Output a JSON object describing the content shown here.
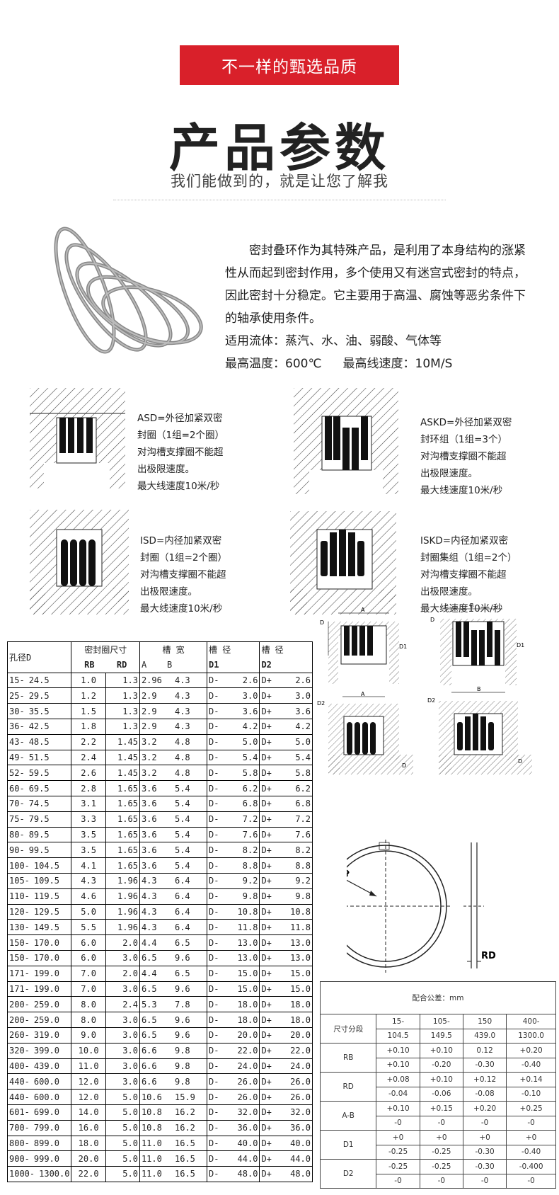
{
  "banner": "不一样的甄选品质",
  "title": "产品参数",
  "subtitle": "我们能做到的，就是让您了解我",
  "intro": {
    "body": "密封叠环作为其特殊产品，是利用了本身结构的涨紧性从而起到密封作用，多个使用又有迷宫式密封的特点，因此密封十分稳定。它主要用于高温、腐蚀等恶劣条件下的轴承使用条件。",
    "fluid": "适用流体：蒸汽、水、油、弱酸、气体等",
    "temp": "最高温度：600℃",
    "speed": "最高线速度：10M/S"
  },
  "types": [
    {
      "code": "ASD",
      "lines": [
        "ASD=外径加紧双密",
        "封圈（1组=2个圈）",
        "对沟槽支撑圈不能超",
        "出极限速度。",
        "最大线速度10米/秒"
      ]
    },
    {
      "code": "ASKD",
      "lines": [
        "ASKD=外径加紧双密",
        "封环组（1组=3个）",
        "对沟槽支撑圈不能超",
        "出极限速度。",
        "最大线速度10米/秒"
      ]
    },
    {
      "code": "ISD",
      "lines": [
        "ISD=内径加紧双密",
        "封圈（1组=2个圈）",
        "对沟槽支撑圈不能超",
        "出极限速度。",
        "最大线速度10米/秒"
      ]
    },
    {
      "code": "ISKD",
      "lines": [
        "ISKD=内径加紧双密",
        "封圈集组（1组=2个）",
        "对沟槽支撑圈不能超",
        "出极限速度。",
        "最大线速度10米/秒"
      ]
    }
  ],
  "table": {
    "h_bore": "孔径D",
    "h_ring": "密封圈尺寸",
    "h_rb": "RB",
    "h_rd": "RD",
    "h_groove_w": "槽  宽",
    "h_a": "A",
    "h_b": "B",
    "h_groove_d1": "槽  径",
    "h_d1": "D1",
    "h_groove_d2": "槽  径",
    "h_d2": "D2",
    "rows": [
      [
        "15-",
        "24.5",
        "1.0",
        "1.3",
        "2.96",
        "4.3",
        "D-",
        "2.6",
        "D+",
        "2.6"
      ],
      [
        "25-",
        "29.5",
        "1.2",
        "1.3",
        "2.9",
        "4.3",
        "D-",
        "3.0",
        "D+",
        "3.0"
      ],
      [
        "30-",
        "35.5",
        "1.5",
        "1.3",
        "2.9",
        "4.3",
        "D-",
        "3.6",
        "D+",
        "3.6"
      ],
      [
        "36-",
        "42.5",
        "1.8",
        "1.3",
        "2.9",
        "4.3",
        "D-",
        "4.2",
        "D+",
        "4.2"
      ],
      [
        "43-",
        "48.5",
        "2.2",
        "1.45",
        "3.2",
        "4.8",
        "D-",
        "5.0",
        "D+",
        "5.0"
      ],
      [
        "49-",
        "51.5",
        "2.4",
        "1.45",
        "3.2",
        "4.8",
        "D-",
        "5.4",
        "D+",
        "5.4"
      ],
      [
        "52-",
        "59.5",
        "2.6",
        "1.45",
        "3.2",
        "4.8",
        "D-",
        "5.8",
        "D+",
        "5.8"
      ],
      [
        "60-",
        "69.5",
        "2.8",
        "1.65",
        "3.6",
        "5.4",
        "D-",
        "6.2",
        "D+",
        "6.2"
      ],
      [
        "70-",
        "74.5",
        "3.1",
        "1.65",
        "3.6",
        "5.4",
        "D-",
        "6.8",
        "D+",
        "6.8"
      ],
      [
        "75-",
        "79.5",
        "3.3",
        "1.65",
        "3.6",
        "5.4",
        "D-",
        "7.2",
        "D+",
        "7.2"
      ],
      [
        "80-",
        "89.5",
        "3.5",
        "1.65",
        "3.6",
        "5.4",
        "D-",
        "7.6",
        "D+",
        "7.6"
      ],
      [
        "90-",
        "99.5",
        "3.5",
        "1.65",
        "3.6",
        "5.4",
        "D-",
        "8.2",
        "D+",
        "8.2"
      ],
      [
        "100-",
        "104.5",
        "4.1",
        "1.65",
        "3.6",
        "5.4",
        "D-",
        "8.8",
        "D+",
        "8.8"
      ],
      [
        "105-",
        "109.5",
        "4.3",
        "1.96",
        "4.3",
        "6.4",
        "D-",
        "9.2",
        "D+",
        "9.2"
      ],
      [
        "110-",
        "119.5",
        "4.6",
        "1.96",
        "4.3",
        "6.4",
        "D-",
        "9.8",
        "D+",
        "9.8"
      ],
      [
        "120-",
        "129.5",
        "5.0",
        "1.96",
        "4.3",
        "6.4",
        "D-",
        "10.8",
        "D+",
        "10.8"
      ],
      [
        "130-",
        "149.5",
        "5.5",
        "1.96",
        "4.3",
        "6.4",
        "D-",
        "11.8",
        "D+",
        "11.8"
      ],
      [
        "150-",
        "170.0",
        "6.0",
        "2.0",
        "4.4",
        "6.5",
        "D-",
        "13.0",
        "D+",
        "13.0"
      ],
      [
        "150-",
        "170.0",
        "6.0",
        "3.0",
        "6.5",
        "9.6",
        "D-",
        "13.0",
        "D+",
        "13.0"
      ],
      [
        "171-",
        "199.0",
        "7.0",
        "2.0",
        "4.4",
        "6.5",
        "D-",
        "15.0",
        "D+",
        "15.0"
      ],
      [
        "171-",
        "199.0",
        "7.0",
        "3.0",
        "6.5",
        "9.6",
        "D-",
        "15.0",
        "D+",
        "15.0"
      ],
      [
        "200-",
        "259.0",
        "8.0",
        "2.4",
        "5.3",
        "7.8",
        "D-",
        "18.0",
        "D+",
        "18.0"
      ],
      [
        "200-",
        "259.0",
        "8.0",
        "3.0",
        "6.5",
        "9.6",
        "D-",
        "18.0",
        "D+",
        "18.0"
      ],
      [
        "260-",
        "319.0",
        "9.0",
        "3.0",
        "6.5",
        "9.6",
        "D-",
        "20.0",
        "D+",
        "20.0"
      ],
      [
        "320-",
        "399.0",
        "10.0",
        "3.0",
        "6.6",
        "9.8",
        "D-",
        "22.0",
        "D+",
        "22.0"
      ],
      [
        "400-",
        "439.0",
        "11.0",
        "3.0",
        "6.6",
        "9.8",
        "D-",
        "24.0",
        "D+",
        "24.0"
      ],
      [
        "440-",
        "600.0",
        "12.0",
        "3.0",
        "6.6",
        "9.8",
        "D-",
        "26.0",
        "D+",
        "26.0"
      ],
      [
        "440-",
        "600.0",
        "12.0",
        "5.0",
        "10.6",
        "15.9",
        "D-",
        "26.0",
        "D+",
        "26.0"
      ],
      [
        "601-",
        "699.0",
        "14.0",
        "5.0",
        "10.8",
        "16.2",
        "D-",
        "32.0",
        "D+",
        "32.0"
      ],
      [
        "700-",
        "799.0",
        "16.0",
        "5.0",
        "10.8",
        "16.2",
        "D-",
        "36.0",
        "D+",
        "36.0"
      ],
      [
        "800-",
        "899.0",
        "18.0",
        "5.0",
        "11.0",
        "16.5",
        "D-",
        "40.0",
        "D+",
        "40.0"
      ],
      [
        "900-",
        "999.0",
        "20.0",
        "5.0",
        "11.0",
        "16.5",
        "D-",
        "44.0",
        "D+",
        "44.0"
      ],
      [
        "1000-",
        "1300.0",
        "22.0",
        "5.0",
        "11.0",
        "16.5",
        "D-",
        "48.0",
        "D+",
        "48.0"
      ]
    ]
  },
  "diagram_labels": {
    "a": "A",
    "b": "B",
    "d": "D",
    "d1": "D1",
    "d2": "D2",
    "rb": "RB",
    "rd": "RD"
  },
  "tolerance": {
    "title": "配合公差：mm",
    "size_label": "尺寸分段",
    "ranges_top": [
      "15-",
      "105-",
      "150",
      "400-"
    ],
    "ranges_bottom": [
      "104.5",
      "149.5",
      "439.0",
      "1300.0"
    ],
    "rows": [
      {
        "name": "RB",
        "upper": [
          "+0.10",
          "+0.10",
          "0.12",
          "+0.20"
        ],
        "lower": [
          "+0.10",
          "-0.20",
          "-0.30",
          "-0.40"
        ]
      },
      {
        "name": "RD",
        "upper": [
          "+0.08",
          "+0.10",
          "+0.12",
          "+0.14"
        ],
        "lower": [
          "-0.04",
          "-0.06",
          "-0.08",
          "-0.10"
        ]
      },
      {
        "name": "A-B",
        "upper": [
          "+0.10",
          "+0.15",
          "+0.20",
          "+0.25"
        ],
        "lower": [
          "-0",
          "-0",
          "-0",
          "-0"
        ]
      },
      {
        "name": "D1",
        "upper": [
          "+0",
          "+0",
          "+0",
          "+0"
        ],
        "lower": [
          "-0.25",
          "-0.25",
          "-0.30",
          "-0.40"
        ]
      },
      {
        "name": "D2",
        "upper": [
          "-0.25",
          "-0.25",
          "-0.30",
          "-0.400"
        ],
        "lower": [
          "-0",
          "-0",
          "-0",
          "-0"
        ]
      }
    ]
  }
}
